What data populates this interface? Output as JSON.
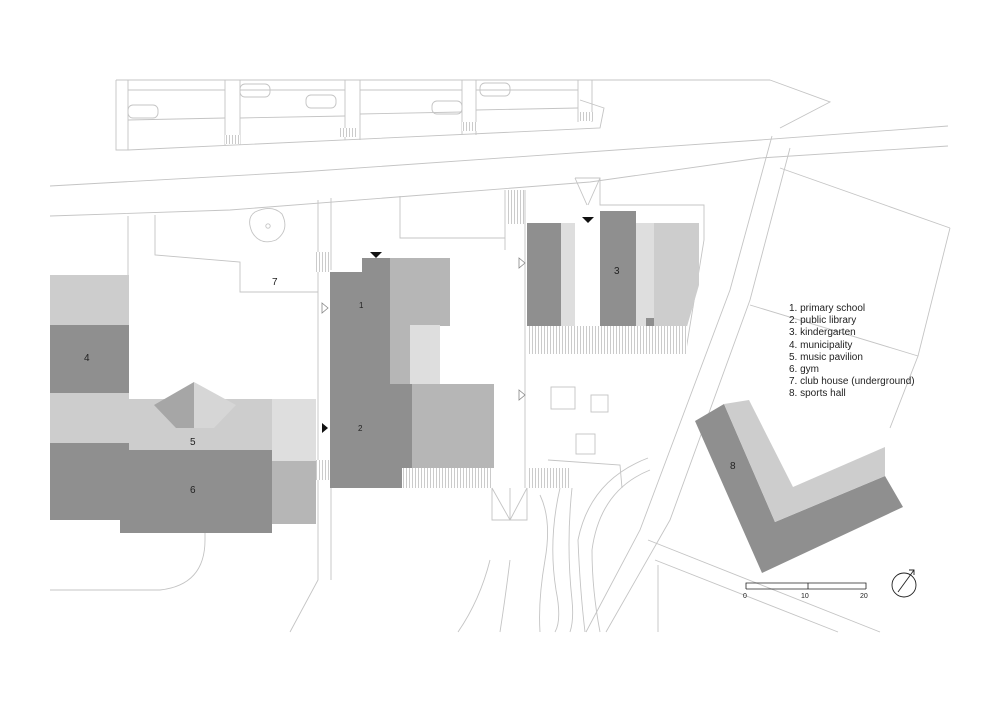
{
  "legend": [
    "1. primary school",
    "2. public library",
    "3. kindergarten",
    "4. municipality",
    "5. music pavilion",
    "6. gym",
    "7. club house (underground)",
    "8. sports hall"
  ],
  "labels": {
    "b1": "1",
    "b2": "2",
    "b3": "3",
    "b4": "4",
    "b5": "5",
    "b6": "6",
    "b7": "7",
    "b8": "8"
  },
  "scale": {
    "t0": "0",
    "t10": "10",
    "t20": "20"
  },
  "colors": {
    "dark": "#8f8f8f",
    "medium": "#b6b6b6",
    "light": "#cdcdcd",
    "lightest": "#dedede",
    "lines": "#c4c4c4"
  },
  "icons": {
    "north": "north-arrow-icon",
    "entrance": "entrance-triangle-icon"
  }
}
